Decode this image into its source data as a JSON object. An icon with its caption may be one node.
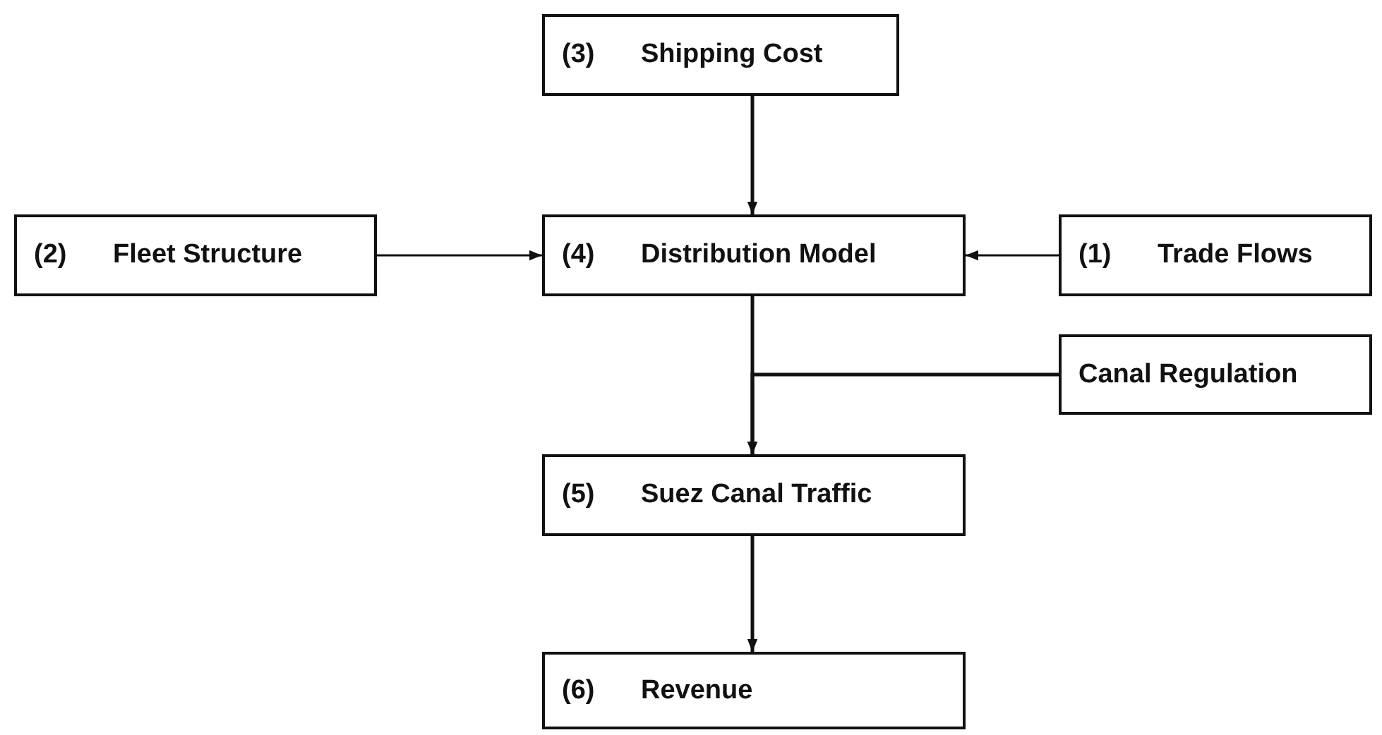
{
  "diagram": {
    "nodes": [
      {
        "text": [
          "(3)",
          "Shipping Cost"
        ]
      },
      {
        "text": [
          "(2)",
          "Fleet Structure"
        ]
      },
      {
        "text": [
          "(4)",
          "Distribution Model"
        ]
      },
      {
        "text": [
          "(1)",
          "Trade Flows"
        ]
      },
      {
        "text": [
          "Canal Regulation"
        ]
      },
      {
        "text": [
          "(5)",
          "Suez Canal Traffic"
        ]
      },
      {
        "text": [
          "(6)",
          "Revenue"
        ]
      }
    ],
    "edges": [
      {
        "from": 0,
        "to": 2,
        "arrow": "to"
      },
      {
        "from": 1,
        "to": 2,
        "arrow": "to"
      },
      {
        "from": 3,
        "to": 2,
        "arrow": "to"
      },
      {
        "from": 2,
        "to": 5,
        "arrow": "to"
      },
      {
        "from": 4,
        "to": 5,
        "arrow": "to"
      },
      {
        "from": 5,
        "to": 6,
        "arrow": "to"
      }
    ]
  }
}
